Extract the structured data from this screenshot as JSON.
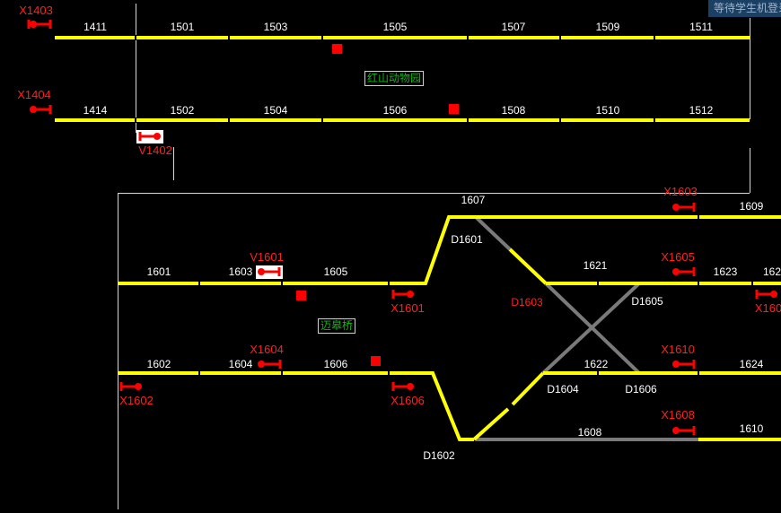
{
  "status_text": "等待学生机登录",
  "stations": {
    "upper": "红山动物园",
    "lower": "迈皋桥"
  },
  "colors": {
    "track": "#ffff00",
    "dim_track": "#7a7a7a",
    "signal": "#ff0000",
    "label": "#ffffff",
    "signal_label": "#ff2020",
    "station_label": "#11b611"
  },
  "track_labels": {
    "t1411": "1411",
    "t1501": "1501",
    "t1503": "1503",
    "t1505": "1505",
    "t1507": "1507",
    "t1509": "1509",
    "t1511": "1511",
    "t1414": "1414",
    "t1502": "1502",
    "t1504": "1504",
    "t1506": "1506",
    "t1508": "1508",
    "t1510": "1510",
    "t1512": "1512",
    "t1607": "1607",
    "t1609": "1609",
    "t1601": "1601",
    "t1603": "1603",
    "t1605": "1605",
    "t1621": "1621",
    "t1623": "1623",
    "t1625": "162",
    "t1602": "1602",
    "t1604": "1604",
    "t1606": "1606",
    "t1622": "1622",
    "t1624": "1624",
    "t1608": "1608",
    "t1610": "1610"
  },
  "switch_labels": {
    "d1601": "D1601",
    "d1603": "D1603",
    "d1605": "D1605",
    "d1604": "D1604",
    "d1606": "D1606",
    "d1602": "D1602"
  },
  "signal_labels": {
    "x1403": "X1403",
    "x1404": "X1404",
    "v1402": "V1402",
    "v1601": "V1601",
    "x1601": "X1601",
    "x1602": "X1602",
    "x1603": "X1603",
    "x1604": "X1604",
    "x1605": "X1605",
    "x1606": "X1606",
    "x1607": "X160",
    "x1608": "X1608",
    "x1610": "X1610"
  },
  "icons": {
    "signal": "signal-lamp-icon",
    "marker": "red-square-marker-icon"
  }
}
